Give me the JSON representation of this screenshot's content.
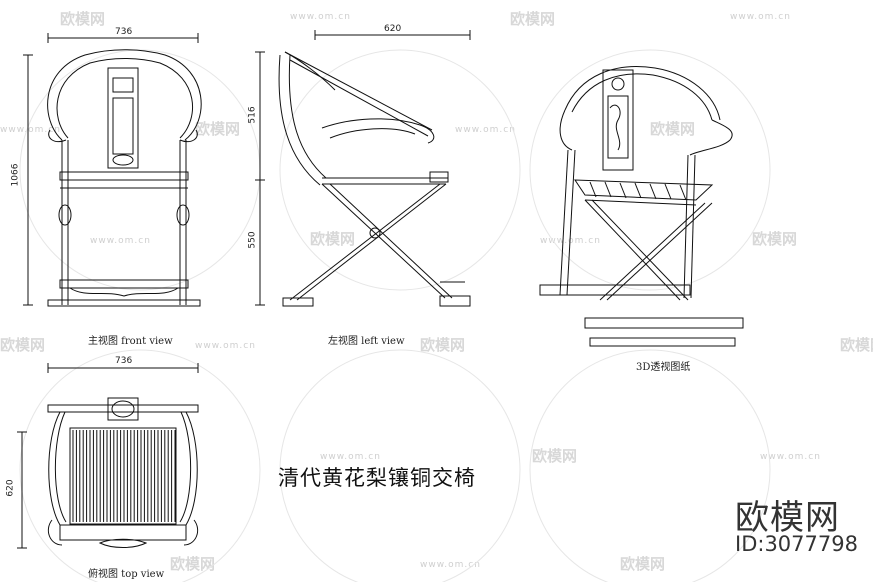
{
  "drawing": {
    "title": "清代黄花梨镶铜交椅",
    "brand": "欧模网",
    "brand_id": "ID:3077798"
  },
  "watermark": {
    "text": "欧模网",
    "url": "www.om.cn"
  },
  "views": {
    "front": {
      "label": "主视图  front view",
      "width": "736",
      "height": "1066"
    },
    "left": {
      "label": "左视图  left view",
      "width": "620",
      "upper": "516",
      "lower": "550"
    },
    "top": {
      "label": "俯视图  top view",
      "width": "736",
      "depth": "620"
    },
    "perspective": {
      "label": "3D透视图纸"
    }
  }
}
